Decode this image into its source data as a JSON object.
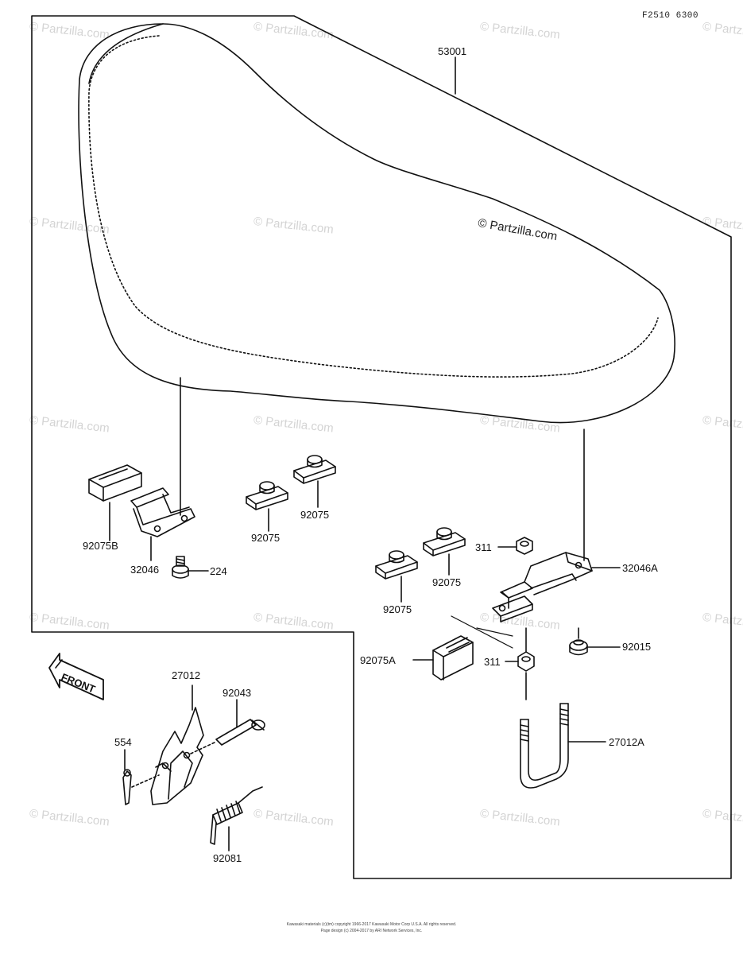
{
  "diagram": {
    "code": "F2510 6300",
    "copyright": "© Partzilla.com",
    "watermark": "© Partzilla.com",
    "front_label": "FRONT",
    "footer_line1": "Kawasaki materials (c)(tm) copyright 1966-2017 Kawasaki Motor Corp U.S.A. All rights reserved.",
    "footer_line2": "Page design (c) 2004-2017 by ARI Network Services, Inc.",
    "parts": {
      "p53001": "53001",
      "p92075B": "92075B",
      "p32046": "32046",
      "p224": "224",
      "p92075_a": "92075",
      "p92075_b": "92075",
      "p311_top": "311",
      "p92075_c": "92075",
      "p92075_d": "92075",
      "p32046A": "32046A",
      "p92015": "92015",
      "p92075A": "92075A",
      "p311_bot": "311",
      "p27012": "27012",
      "p92043": "92043",
      "p554": "554",
      "p27012A": "27012A",
      "p92081": "92081"
    }
  }
}
